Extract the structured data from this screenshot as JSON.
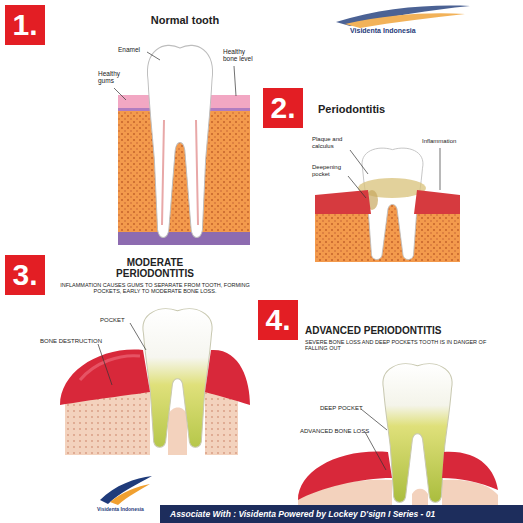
{
  "diagram": {
    "nodes": [
      {
        "text": [
          "1."
        ]
      },
      {
        "text": [
          "2."
        ]
      },
      {
        "text": [
          "3."
        ]
      },
      {
        "text": [
          "4."
        ]
      },
      {
        "text": [
          "Associate With : Visidenta Powered by Lockey D'sign I Series - 01"
        ]
      }
    ],
    "labels": [
      "Normal tooth",
      "Enamel",
      "Healthy gums",
      "Healthy bone level",
      "Visidenta Indonesia",
      "Periodontitis",
      "Plaque and calculus",
      "Inflammation",
      "Deepening pocket",
      "MODERATE PERIODONTITIS",
      "INFLAMMATION CAUSES GUMS TO SEPARATE FROM TOOTH, FORMING POCKETS, EARLY TO MODERATE BONE LOSS.",
      "POCKET",
      "BONE DESTRUCTION",
      "ADVANCED PERIODONTITIS",
      "SEVERE BONE LOSS AND DEEP POCKETS TOOTH IS IN DANGER OF FALLING OUT",
      "DEEP POCKET",
      "ADVANCED BONE LOSS",
      "Visidenta Indonesia"
    ]
  }
}
